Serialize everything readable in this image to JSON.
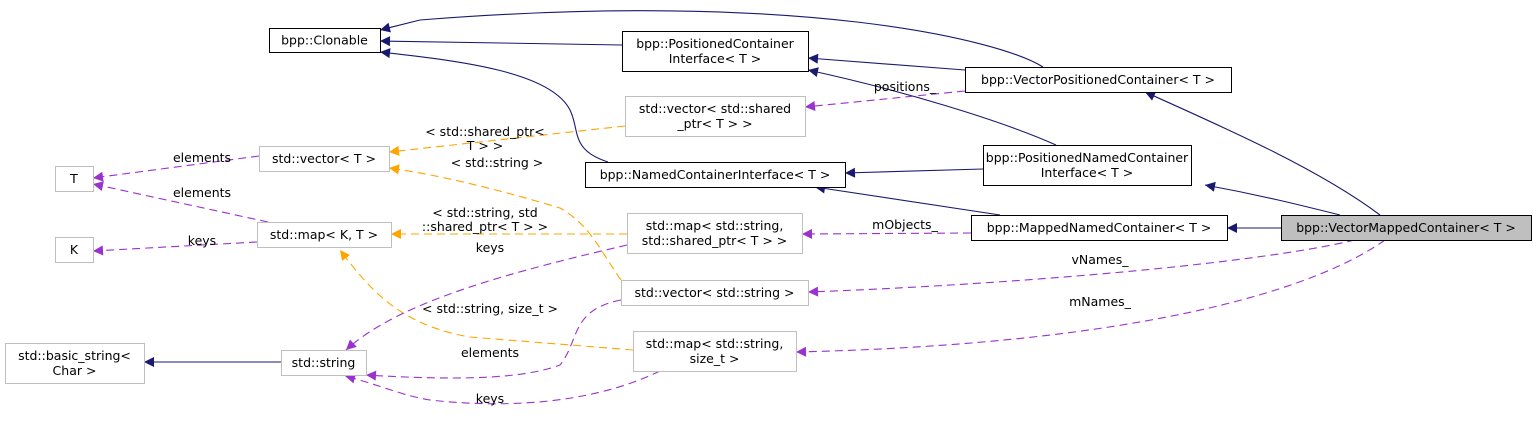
{
  "title": "Collaboration graph for bpp::VectorMappedContainer< T >",
  "colors": {
    "inheritance": "#191970",
    "usage": "#9a32cd",
    "template": "#ffa500",
    "node_border_documented": "#000000",
    "node_border_undocumented": "#bfbfbf",
    "node_fill": "#ffffff",
    "focus_fill": "#bfbfbf"
  },
  "nodes": [
    {
      "id": "clonable",
      "lines": [
        "bpp::Clonable"
      ],
      "kind": "documented"
    },
    {
      "id": "pci",
      "lines": [
        "bpp::PositionedContainer",
        "Interface< T >"
      ],
      "kind": "documented"
    },
    {
      "id": "vpc",
      "lines": [
        "bpp::VectorPositionedContainer< T >"
      ],
      "kind": "documented"
    },
    {
      "id": "vec_sp",
      "lines": [
        "std::vector< std::shared",
        "_ptr< T > >"
      ],
      "kind": "external"
    },
    {
      "id": "vec_t",
      "lines": [
        "std::vector< T >"
      ],
      "kind": "external"
    },
    {
      "id": "T",
      "lines": [
        "T"
      ],
      "kind": "external"
    },
    {
      "id": "nci",
      "lines": [
        "bpp::NamedContainerInterface< T >"
      ],
      "kind": "documented"
    },
    {
      "id": "pnci",
      "lines": [
        "bpp::PositionedNamedContainer",
        "Interface< T >"
      ],
      "kind": "documented"
    },
    {
      "id": "K",
      "lines": [
        "K"
      ],
      "kind": "external"
    },
    {
      "id": "map_kt",
      "lines": [
        "std::map< K, T >"
      ],
      "kind": "external"
    },
    {
      "id": "map_sp",
      "lines": [
        "std::map< std::string,",
        "std::shared_ptr< T > >"
      ],
      "kind": "external"
    },
    {
      "id": "mnc",
      "lines": [
        "bpp::MappedNamedContainer< T >"
      ],
      "kind": "documented"
    },
    {
      "id": "vmc",
      "lines": [
        "bpp::VectorMappedContainer< T >"
      ],
      "kind": "focus"
    },
    {
      "id": "vec_str",
      "lines": [
        "std::vector< std::string >"
      ],
      "kind": "external"
    },
    {
      "id": "basic_string",
      "lines": [
        "std::basic_string<",
        "Char >"
      ],
      "kind": "external"
    },
    {
      "id": "string",
      "lines": [
        "std::string"
      ],
      "kind": "external"
    },
    {
      "id": "map_size",
      "lines": [
        "std::map< std::string,",
        "size_t >"
      ],
      "kind": "external"
    }
  ],
  "edges": [
    {
      "from": "vpc",
      "to": "clonable",
      "type": "inheritance",
      "label": []
    },
    {
      "from": "pci",
      "to": "clonable",
      "type": "inheritance",
      "label": []
    },
    {
      "from": "nci",
      "to": "clonable",
      "type": "inheritance",
      "label": []
    },
    {
      "from": "vpc",
      "to": "pci",
      "type": "inheritance",
      "label": []
    },
    {
      "from": "pnci",
      "to": "pci",
      "type": "inheritance",
      "label": []
    },
    {
      "from": "vpc",
      "to": "vec_sp",
      "type": "usage",
      "label": [
        "positions_"
      ]
    },
    {
      "from": "vec_sp",
      "to": "vec_t",
      "type": "template",
      "label": [
        "< std::shared_ptr<",
        "T > >"
      ]
    },
    {
      "from": "vec_str",
      "to": "vec_t",
      "type": "template",
      "label": [
        "< std::string >"
      ]
    },
    {
      "from": "vec_t",
      "to": "T",
      "type": "usage",
      "label": [
        "elements"
      ]
    },
    {
      "from": "map_kt",
      "to": "T",
      "type": "usage",
      "label": [
        "elements"
      ]
    },
    {
      "from": "map_kt",
      "to": "K",
      "type": "usage",
      "label": [
        "keys"
      ]
    },
    {
      "from": "pnci",
      "to": "nci",
      "type": "inheritance",
      "label": []
    },
    {
      "from": "mnc",
      "to": "nci",
      "type": "inheritance",
      "label": []
    },
    {
      "from": "map_sp",
      "to": "map_kt",
      "type": "template",
      "label": [
        "< std::string, std",
        "::shared_ptr< T > >"
      ]
    },
    {
      "from": "map_size",
      "to": "map_kt",
      "type": "template",
      "label": [
        "< std::string, size_t >"
      ]
    },
    {
      "from": "mnc",
      "to": "map_sp",
      "type": "usage",
      "label": [
        "mObjects_"
      ]
    },
    {
      "from": "map_sp",
      "to": "string",
      "type": "usage",
      "label": [
        "keys"
      ]
    },
    {
      "from": "vmc",
      "to": "mnc",
      "type": "inheritance",
      "label": []
    },
    {
      "from": "vmc",
      "to": "vpc",
      "type": "inheritance",
      "label": []
    },
    {
      "from": "vmc",
      "to": "pnci",
      "type": "inheritance",
      "label": []
    },
    {
      "from": "vmc",
      "to": "vec_str",
      "type": "usage",
      "label": [
        "vNames_"
      ]
    },
    {
      "from": "vmc",
      "to": "map_size",
      "type": "usage",
      "label": [
        "mNames_"
      ]
    },
    {
      "from": "string",
      "to": "basic_string",
      "type": "inheritance",
      "label": []
    },
    {
      "from": "vec_str",
      "to": "string",
      "type": "usage",
      "label": [
        "elements"
      ]
    },
    {
      "from": "map_size",
      "to": "string",
      "type": "usage",
      "label": [
        "keys"
      ]
    }
  ]
}
